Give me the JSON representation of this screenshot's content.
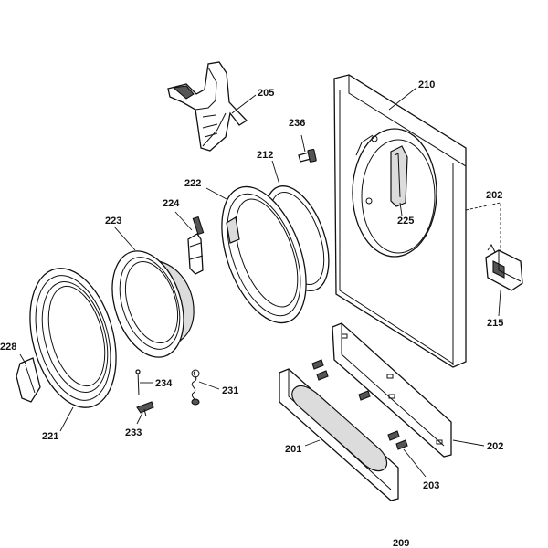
{
  "parts": {
    "p201": "201",
    "p202": "202",
    "p203": "203",
    "p205": "205",
    "p209": "209",
    "p210": "210",
    "p212": "212",
    "p215": "215",
    "p221": "221",
    "p222": "222",
    "p223": "223",
    "p224": "224",
    "p225": "225",
    "p228": "228",
    "p231": "231",
    "p233": "233",
    "p234": "234",
    "p236": "236"
  }
}
